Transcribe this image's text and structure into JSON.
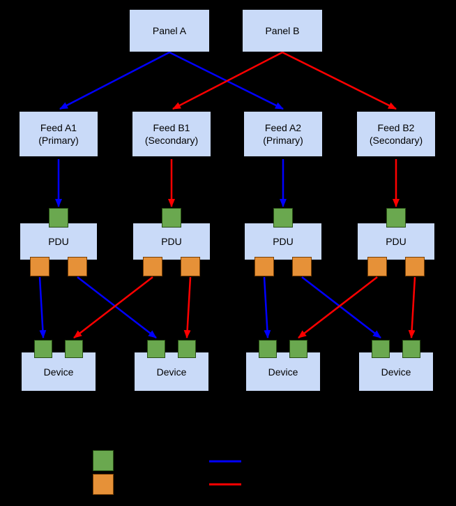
{
  "diagram": {
    "panels": [
      {
        "label": "Panel A"
      },
      {
        "label": "Panel B"
      }
    ],
    "feeds": [
      {
        "line1": "Feed A1",
        "line2": "(Primary)"
      },
      {
        "line1": "Feed B1",
        "line2": "(Secondary)"
      },
      {
        "line1": "Feed A2",
        "line2": "(Primary)"
      },
      {
        "line1": "Feed B2",
        "line2": "(Secondary)"
      }
    ],
    "pdus": [
      {
        "label": "PDU"
      },
      {
        "label": "PDU"
      },
      {
        "label": "PDU"
      },
      {
        "label": "PDU"
      }
    ],
    "devices": [
      {
        "label": "Device"
      },
      {
        "label": "Device"
      },
      {
        "label": "Device"
      },
      {
        "label": "Device"
      }
    ],
    "legend": {
      "swatch_colors": [
        "#6aa84f",
        "#e69138"
      ],
      "line_colors": [
        "#0000ff",
        "#ff0000"
      ]
    },
    "colors": {
      "background": "#000000",
      "node_fill": "#c9daf8",
      "port_green": "#6aa84f",
      "port_orange": "#e69138",
      "arrow_blue": "#0000ff",
      "arrow_red": "#ff0000"
    }
  }
}
